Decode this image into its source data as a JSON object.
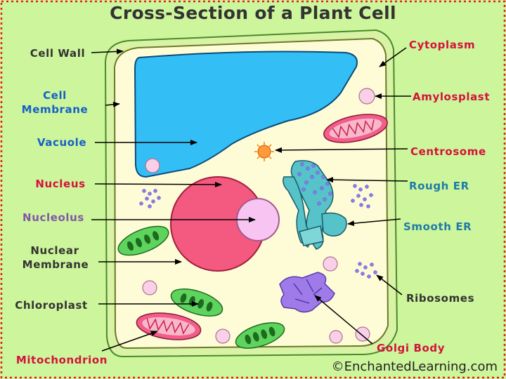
{
  "title": "Cross-Section of a Plant Cell",
  "credit": "©EnchantedLearning.com",
  "colors": {
    "background": "#cdf59b",
    "cytoplasm": "#fefcd6",
    "cell_wall": "#d9f3a6",
    "vacuole": "#33bff5",
    "nucleus": "#f4597f",
    "nucleolus": "#f8c4f2",
    "chloroplast": "#5ed45e",
    "mitochondrion": "#f25d8a",
    "er": "#56c3c9",
    "golgi": "#9e7be8",
    "ribosome": "#8a7bf0",
    "label_dark": "#333333",
    "label_red": "#d3123d",
    "label_blue": "#1560c8",
    "label_teal": "#1f7ba8",
    "label_purple": "#8058a8"
  },
  "labels": {
    "cell_wall": "Cell Wall",
    "cell_membrane_line1": "Cell",
    "cell_membrane_line2": "Membrane",
    "vacuole": "Vacuole",
    "nucleus": "Nucleus",
    "nucleolus": "Nucleolus",
    "nuclear_membrane_line1": "Nuclear",
    "nuclear_membrane_line2": "Membrane",
    "chloroplast": "Chloroplast",
    "mitochondrion": "Mitochondrion",
    "cytoplasm": "Cytoplasm",
    "amylosplast": "Amylosplast",
    "centrosome": "Centrosome",
    "rough_er": "Rough ER",
    "smooth_er": "Smooth ER",
    "ribosomes": "Ribosomes",
    "golgi_body": "Golgi Body"
  }
}
